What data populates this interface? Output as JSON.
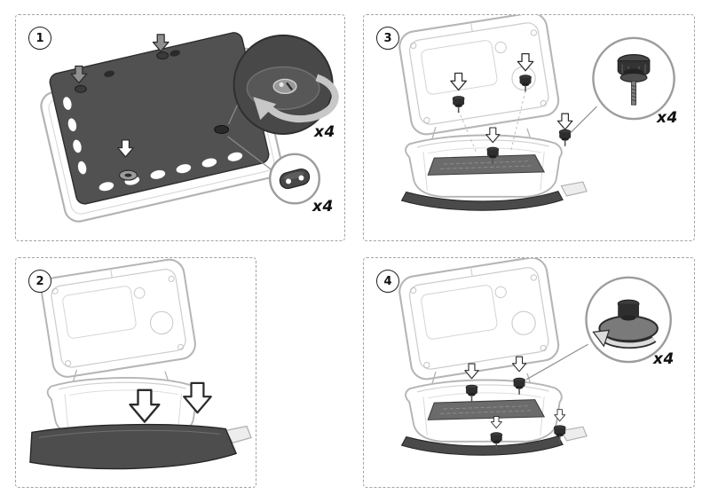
{
  "sheet": {
    "background": "#ffffff",
    "panel_border_color": "#a3a3a3"
  },
  "colors": {
    "mat_dark": "#515151",
    "part_dark": "#3a3a3a",
    "line_art": "#b5b5b5",
    "callout_dark_bg": "#484848"
  },
  "steps": [
    {
      "number": "1",
      "quantities": [
        "x4",
        "x4"
      ]
    },
    {
      "number": "2",
      "quantities": []
    },
    {
      "number": "3",
      "quantities": [
        "x4"
      ]
    },
    {
      "number": "4",
      "quantities": [
        "x4"
      ]
    }
  ]
}
